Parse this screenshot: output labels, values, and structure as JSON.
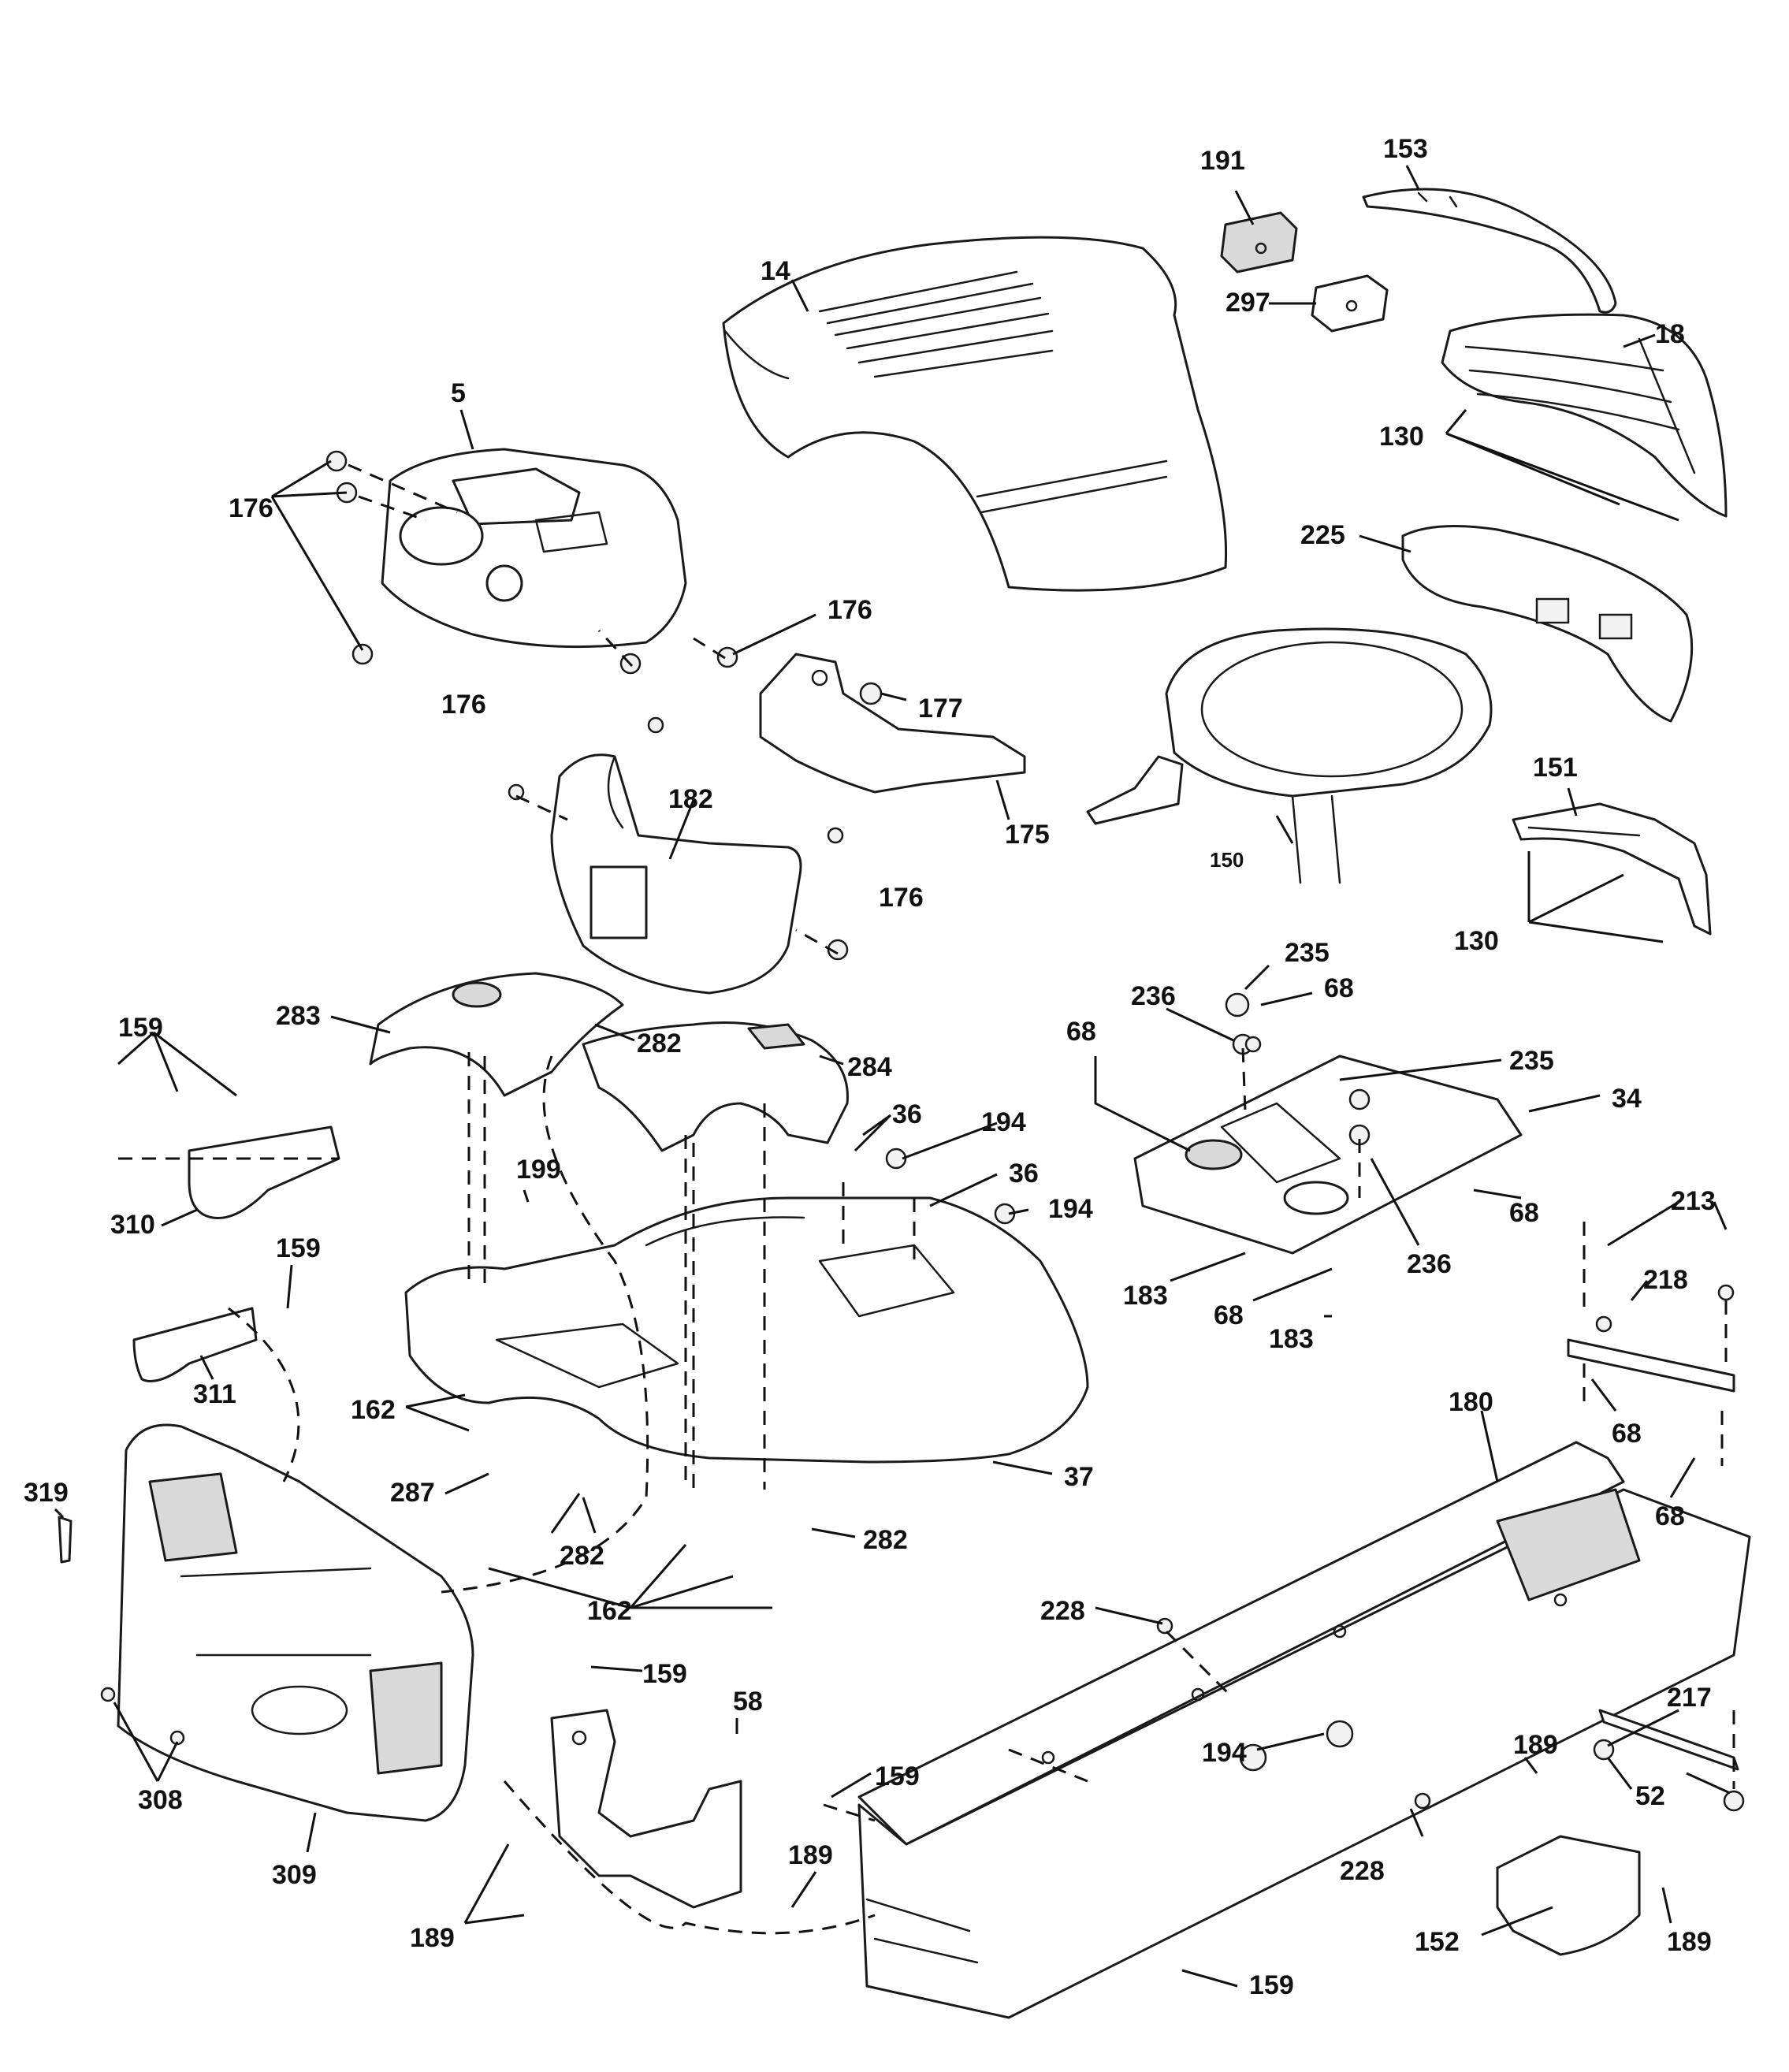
{
  "callouts": [
    {
      "id": "c14",
      "label": "14"
    },
    {
      "id": "c5",
      "label": "5"
    },
    {
      "id": "c176a",
      "label": "176"
    },
    {
      "id": "c176b",
      "label": "176"
    },
    {
      "id": "c176c",
      "label": "176"
    },
    {
      "id": "c176d",
      "label": "176"
    },
    {
      "id": "c191",
      "label": "191"
    },
    {
      "id": "c153",
      "label": "153"
    },
    {
      "id": "c297",
      "label": "297"
    },
    {
      "id": "c18",
      "label": "18"
    },
    {
      "id": "c130a",
      "label": "130"
    },
    {
      "id": "c225",
      "label": "225"
    },
    {
      "id": "c177",
      "label": "177"
    },
    {
      "id": "c175",
      "label": "175"
    },
    {
      "id": "c182",
      "label": "182"
    },
    {
      "id": "c150",
      "label": "150"
    },
    {
      "id": "c151",
      "label": "151"
    },
    {
      "id": "c130b",
      "label": "130"
    },
    {
      "id": "c235a",
      "label": "235"
    },
    {
      "id": "c236a",
      "label": "236"
    },
    {
      "id": "c68a",
      "label": "68"
    },
    {
      "id": "c68b",
      "label": "68"
    },
    {
      "id": "c235b",
      "label": "235"
    },
    {
      "id": "c34",
      "label": "34"
    },
    {
      "id": "c68c",
      "label": "68"
    },
    {
      "id": "c236b",
      "label": "236"
    },
    {
      "id": "c183a",
      "label": "183"
    },
    {
      "id": "c68d",
      "label": "68"
    },
    {
      "id": "c183b",
      "label": "183"
    },
    {
      "id": "c213",
      "label": "213"
    },
    {
      "id": "c218",
      "label": "218"
    },
    {
      "id": "c68e",
      "label": "68"
    },
    {
      "id": "c68f",
      "label": "68"
    },
    {
      "id": "c159a",
      "label": "159"
    },
    {
      "id": "c283",
      "label": "283"
    },
    {
      "id": "c282a",
      "label": "282"
    },
    {
      "id": "c284",
      "label": "284"
    },
    {
      "id": "c36a",
      "label": "36"
    },
    {
      "id": "c194a",
      "label": "194"
    },
    {
      "id": "c36b",
      "label": "36"
    },
    {
      "id": "c194b",
      "label": "194"
    },
    {
      "id": "c199",
      "label": "199"
    },
    {
      "id": "c310",
      "label": "310"
    },
    {
      "id": "c159b",
      "label": "159"
    },
    {
      "id": "c311",
      "label": "311"
    },
    {
      "id": "c162a",
      "label": "162"
    },
    {
      "id": "c287",
      "label": "287"
    },
    {
      "id": "c37",
      "label": "37"
    },
    {
      "id": "c282b",
      "label": "282"
    },
    {
      "id": "c282c",
      "label": "282"
    },
    {
      "id": "c162b",
      "label": "162"
    },
    {
      "id": "c319",
      "label": "319"
    },
    {
      "id": "c159c",
      "label": "159"
    },
    {
      "id": "c180",
      "label": "180"
    },
    {
      "id": "c228a",
      "label": "228"
    },
    {
      "id": "c194c",
      "label": "194"
    },
    {
      "id": "c58",
      "label": "58"
    },
    {
      "id": "c159d",
      "label": "159"
    },
    {
      "id": "c189a",
      "label": "189"
    },
    {
      "id": "c189b",
      "label": "189"
    },
    {
      "id": "c189c",
      "label": "189"
    },
    {
      "id": "c189d",
      "label": "189"
    },
    {
      "id": "c217",
      "label": "217"
    },
    {
      "id": "c52",
      "label": "52"
    },
    {
      "id": "c228b",
      "label": "228"
    },
    {
      "id": "c308",
      "label": "308"
    },
    {
      "id": "c309",
      "label": "309"
    },
    {
      "id": "c152",
      "label": "152"
    },
    {
      "id": "c159e",
      "label": "159"
    }
  ]
}
